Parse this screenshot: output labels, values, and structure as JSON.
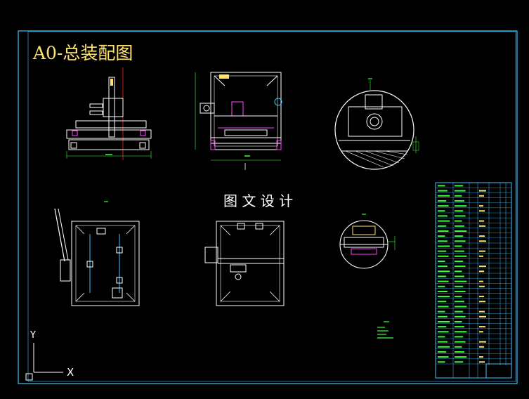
{
  "drawing": {
    "title": "A0-总装配图",
    "watermark": "图 文 设 计",
    "axis_y_label": "Y",
    "axis_x_label": "X"
  },
  "colors": {
    "background": "#000000",
    "frame": "#3ec3ff",
    "title": "#ffe36a",
    "outline": "#ffffff",
    "centerline": "#e02020",
    "magenta": "#ff44ff",
    "yellow": "#ffe36a",
    "green": "#3cff3c",
    "cyan": "#3ec3ff"
  }
}
